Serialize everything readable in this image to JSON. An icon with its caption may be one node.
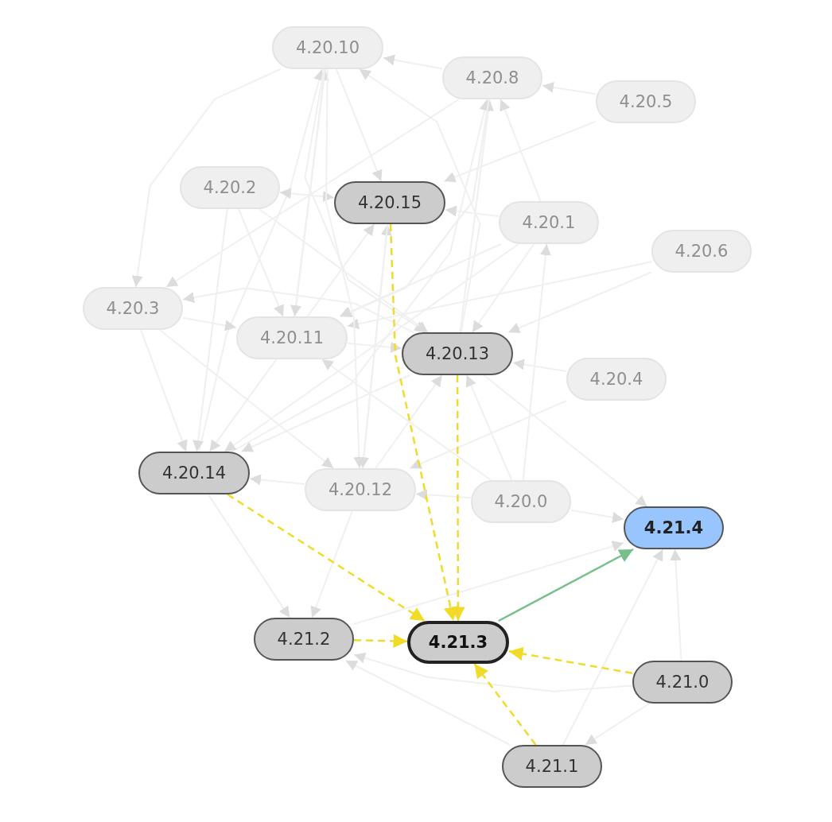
{
  "diagram": {
    "nodes": [
      {
        "text": [
          "4.20.10"
        ]
      },
      {
        "text": [
          "4.20.8"
        ]
      },
      {
        "text": [
          "4.20.5"
        ]
      },
      {
        "text": [
          "4.20.2"
        ]
      },
      {
        "text": [
          "4.20.15"
        ]
      },
      {
        "text": [
          "4.20.1"
        ]
      },
      {
        "text": [
          "4.20.6"
        ]
      },
      {
        "text": [
          "4.20.3"
        ]
      },
      {
        "text": [
          "4.20.11"
        ]
      },
      {
        "text": [
          "4.20.13"
        ]
      },
      {
        "text": [
          "4.20.4"
        ]
      },
      {
        "text": [
          "4.20.14"
        ]
      },
      {
        "text": [
          "4.20.12"
        ]
      },
      {
        "text": [
          "4.20.0"
        ]
      },
      {
        "text": [
          "4.21.4"
        ]
      },
      {
        "text": [
          "4.21.2"
        ]
      },
      {
        "text": [
          "4.21.3"
        ]
      },
      {
        "text": [
          "4.21.0"
        ]
      },
      {
        "text": [
          "4.21.1"
        ]
      }
    ],
    "edges": [
      {
        "from": 1,
        "to": 0,
        "arrow": "to"
      },
      {
        "from": 2,
        "to": 1,
        "arrow": "to"
      },
      {
        "from": 0,
        "to": 4,
        "arrow": "to"
      },
      {
        "from": 9,
        "to": 0,
        "arrow": "to"
      },
      {
        "from": 8,
        "to": 0,
        "arrow": "to"
      },
      {
        "from": 11,
        "to": 0,
        "arrow": "to"
      },
      {
        "from": 3,
        "to": 4,
        "arrow": "both"
      },
      {
        "from": 9,
        "to": 1,
        "arrow": "to"
      },
      {
        "from": 5,
        "to": 1,
        "arrow": "to"
      },
      {
        "from": 8,
        "to": 1,
        "arrow": "to"
      },
      {
        "from": 11,
        "to": 1,
        "arrow": "to"
      },
      {
        "from": 2,
        "to": 4,
        "arrow": "to"
      },
      {
        "from": 5,
        "to": 4,
        "arrow": "to"
      },
      {
        "from": 12,
        "to": 4,
        "arrow": "to"
      },
      {
        "from": 8,
        "to": 4,
        "arrow": "to"
      },
      {
        "from": 13,
        "to": 5,
        "arrow": "to"
      },
      {
        "from": 0,
        "to": 7,
        "arrow": "to"
      },
      {
        "from": 1,
        "to": 7,
        "arrow": "to"
      },
      {
        "from": 7,
        "to": 8,
        "arrow": "to"
      },
      {
        "from": 9,
        "to": 7,
        "arrow": "to"
      },
      {
        "from": 3,
        "to": 8,
        "arrow": "to"
      },
      {
        "from": 0,
        "to": 8,
        "arrow": "to"
      },
      {
        "from": 1,
        "to": 8,
        "arrow": "to"
      },
      {
        "from": 5,
        "to": 8,
        "arrow": "to"
      },
      {
        "from": 6,
        "to": 8,
        "arrow": "to"
      },
      {
        "from": 13,
        "to": 8,
        "arrow": "to"
      },
      {
        "from": 8,
        "to": 9,
        "arrow": "to"
      },
      {
        "from": 0,
        "to": 9,
        "arrow": "to"
      },
      {
        "from": 3,
        "to": 9,
        "arrow": "to"
      },
      {
        "from": 5,
        "to": 9,
        "arrow": "to"
      },
      {
        "from": 6,
        "to": 9,
        "arrow": "to"
      },
      {
        "from": 10,
        "to": 9,
        "arrow": "to"
      },
      {
        "from": 12,
        "to": 9,
        "arrow": "to"
      },
      {
        "from": 13,
        "to": 9,
        "arrow": "to"
      },
      {
        "from": 7,
        "to": 11,
        "arrow": "to"
      },
      {
        "from": 3,
        "to": 11,
        "arrow": "to"
      },
      {
        "from": 8,
        "to": 11,
        "arrow": "to"
      },
      {
        "from": 9,
        "to": 11,
        "arrow": "to"
      },
      {
        "from": 5,
        "to": 11,
        "arrow": "to"
      },
      {
        "from": 12,
        "to": 11,
        "arrow": "to"
      },
      {
        "from": 7,
        "to": 12,
        "arrow": "to"
      },
      {
        "from": 0,
        "to": 12,
        "arrow": "to"
      },
      {
        "from": 4,
        "to": 12,
        "arrow": "to"
      },
      {
        "from": 10,
        "to": 12,
        "arrow": "to"
      },
      {
        "from": 13,
        "to": 12,
        "arrow": "to"
      },
      {
        "from": 9,
        "to": 14,
        "arrow": "to"
      },
      {
        "from": 13,
        "to": 14,
        "arrow": "to"
      },
      {
        "from": 15,
        "to": 14,
        "arrow": "to"
      },
      {
        "from": 18,
        "to": 14,
        "arrow": "to"
      },
      {
        "from": 17,
        "to": 14,
        "arrow": "to"
      },
      {
        "from": 11,
        "to": 15,
        "arrow": "to"
      },
      {
        "from": 12,
        "to": 15,
        "arrow": "to"
      },
      {
        "from": 17,
        "to": 15,
        "arrow": "to"
      },
      {
        "from": 18,
        "to": 15,
        "arrow": "to"
      },
      {
        "from": 17,
        "to": 18,
        "arrow": "to"
      },
      {
        "from": 4,
        "to": 16,
        "arrow": "to",
        "style": "dashed",
        "color": "#f0dc28"
      },
      {
        "from": 9,
        "to": 16,
        "arrow": "to",
        "style": "dashed",
        "color": "#f0dc28"
      },
      {
        "from": 11,
        "to": 16,
        "arrow": "to",
        "style": "dashed",
        "color": "#f0dc28"
      },
      {
        "from": 15,
        "to": 16,
        "arrow": "to",
        "style": "dashed",
        "color": "#f0dc28"
      },
      {
        "from": 17,
        "to": 16,
        "arrow": "to",
        "style": "dashed",
        "color": "#f0dc28"
      },
      {
        "from": 18,
        "to": 16,
        "arrow": "to",
        "style": "dashed",
        "color": "#f0dc28"
      },
      {
        "from": 16,
        "to": 14,
        "arrow": "to",
        "color": "#77c08a"
      }
    ]
  }
}
